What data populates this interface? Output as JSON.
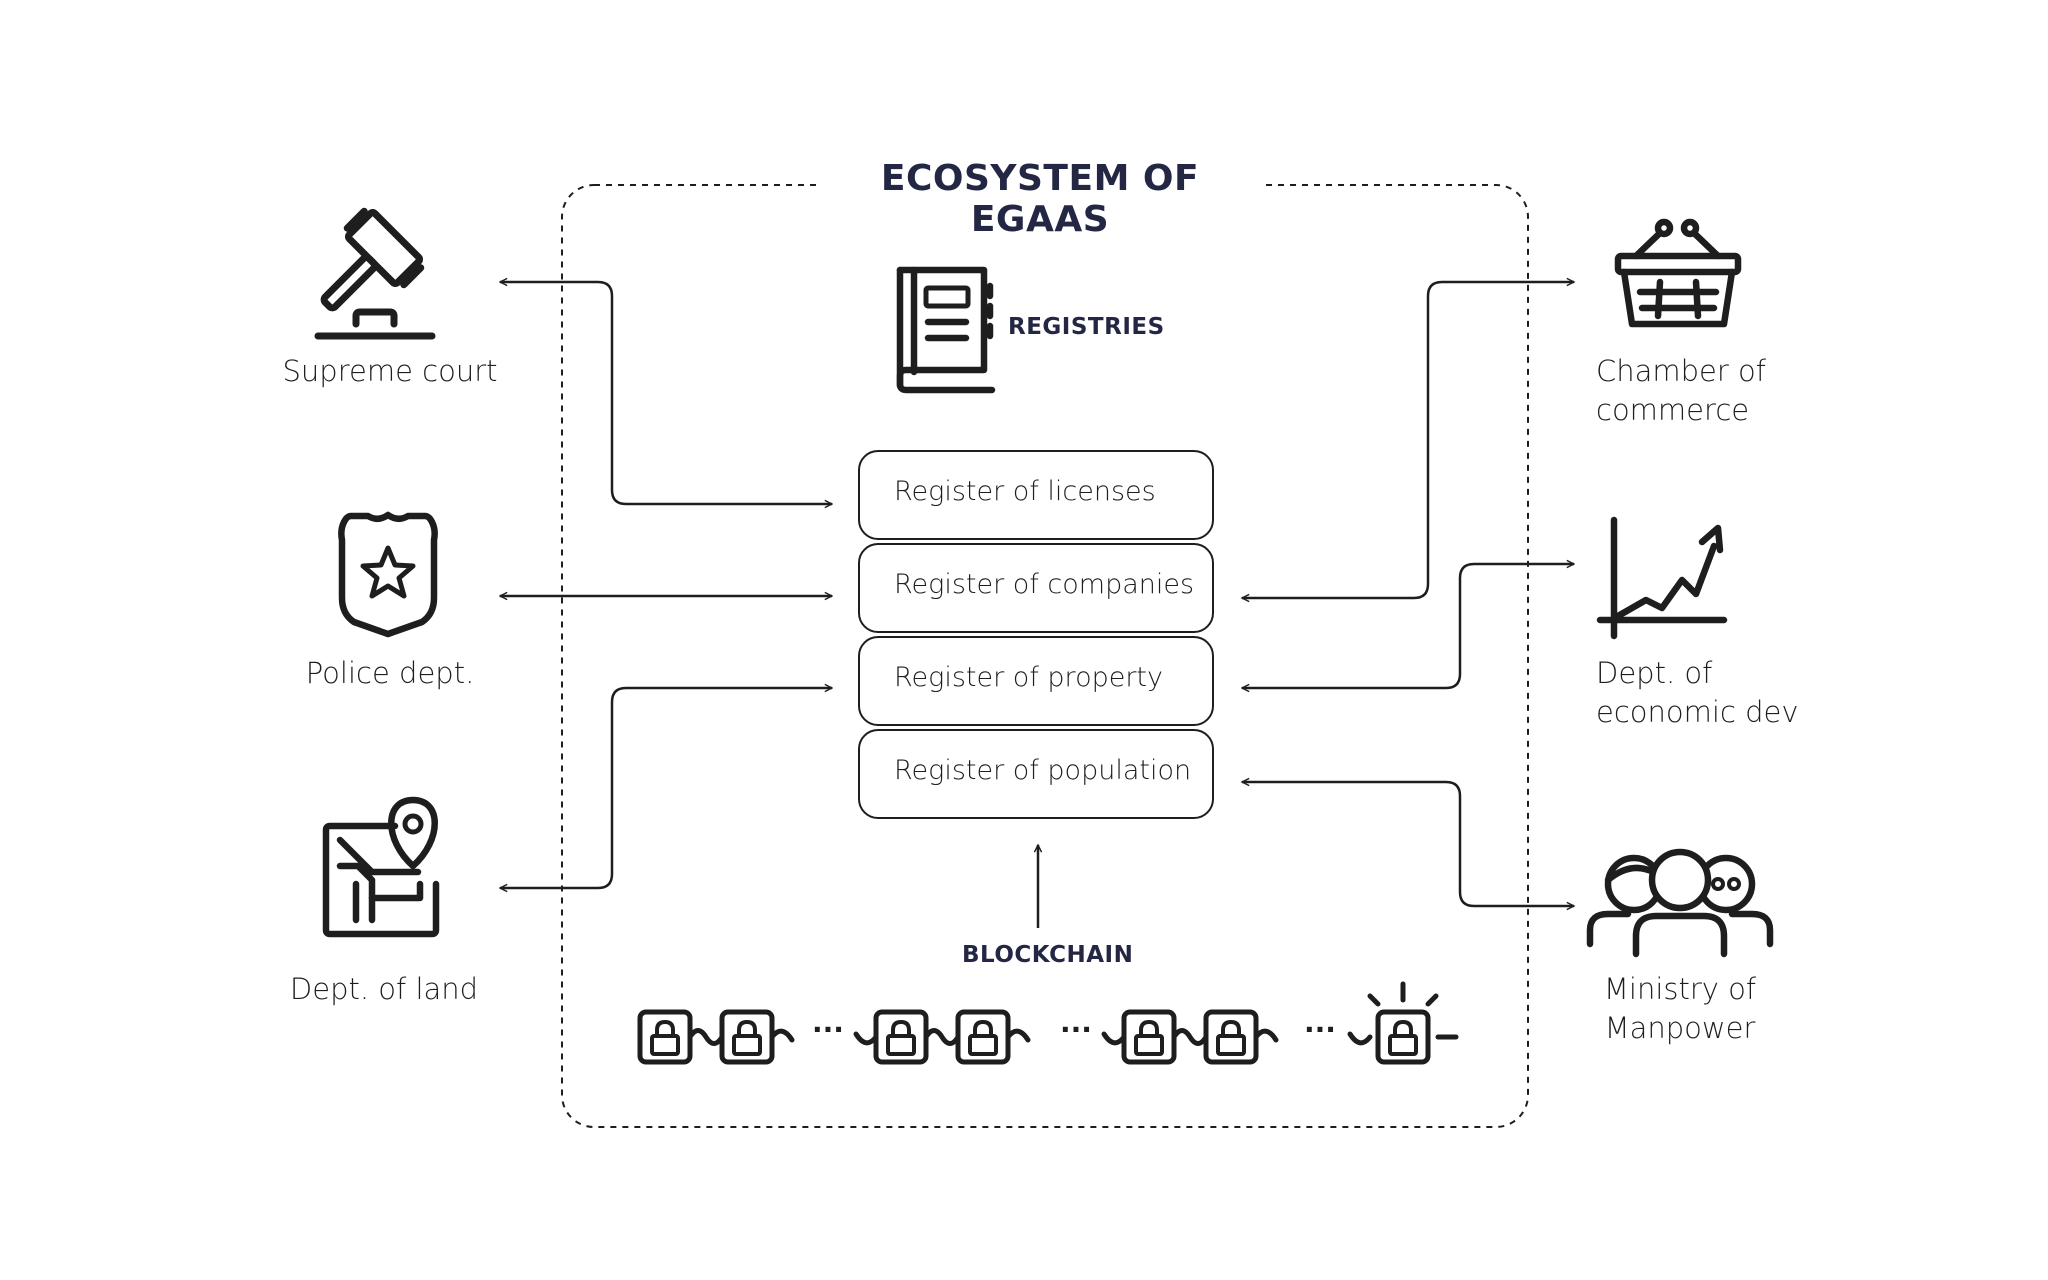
{
  "diagram": {
    "title": "ECOSYSTEM OF EGAAS",
    "registries_label": "REGISTRIES",
    "blockchain_label": "BLOCKCHAIN",
    "registers": [
      "Register of licenses",
      "Register of companies",
      "Register of property",
      "Register of population"
    ],
    "left_entities": [
      {
        "label": "Supreme court",
        "icon": "gavel-icon"
      },
      {
        "label": "Police dept.",
        "icon": "police-badge-icon"
      },
      {
        "label": "Dept. of land",
        "icon": "land-map-pin-icon"
      }
    ],
    "right_entities": [
      {
        "line1": "Chamber of",
        "line2": "commerce",
        "icon": "shopping-basket-icon"
      },
      {
        "line1": "Dept. of",
        "line2": "economic dev",
        "icon": "growth-chart-icon"
      },
      {
        "line1": "Ministry of",
        "line2": "Manpower",
        "icon": "people-group-icon"
      }
    ],
    "chain_ellipsis": "···"
  }
}
